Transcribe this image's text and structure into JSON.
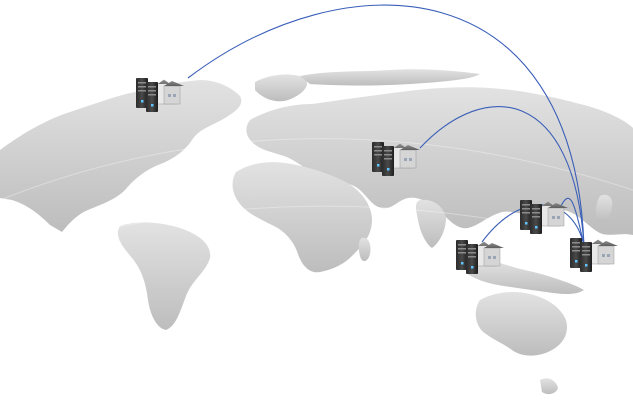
{
  "scene": {
    "link_color": "#3a5fb8",
    "land_color_light": "#d9d9d9",
    "land_color_dark": "#b3b3b3",
    "hub_site": "hub-east-asia",
    "sites": [
      {
        "id": "site-north-america",
        "icon": "server-factory-icon"
      },
      {
        "id": "site-middle-east",
        "icon": "server-factory-icon"
      },
      {
        "id": "site-china",
        "icon": "server-factory-icon"
      },
      {
        "id": "site-southeast-asia",
        "icon": "server-factory-icon"
      },
      {
        "id": "hub-east-asia",
        "icon": "server-factory-icon"
      }
    ],
    "links": [
      {
        "from": "site-north-america",
        "to": "hub-east-asia"
      },
      {
        "from": "site-middle-east",
        "to": "hub-east-asia"
      },
      {
        "from": "site-china",
        "to": "hub-east-asia"
      },
      {
        "from": "site-southeast-asia",
        "to": "hub-east-asia"
      }
    ]
  }
}
